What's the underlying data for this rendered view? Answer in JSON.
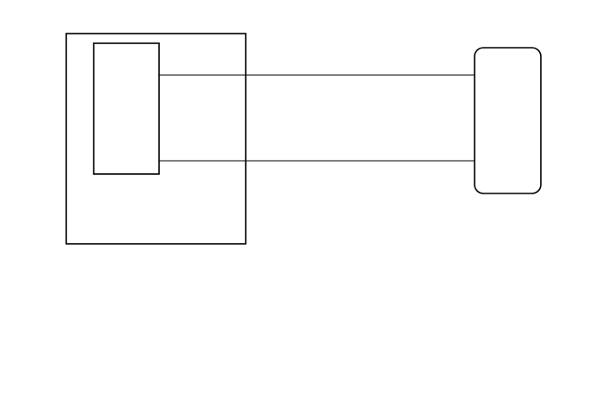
{
  "diagram": {
    "shapes": [
      {
        "id": "outer-box",
        "kind": "rectangle"
      },
      {
        "id": "inner-box",
        "kind": "rectangle"
      },
      {
        "id": "rounded-box",
        "kind": "rounded-rectangle"
      }
    ],
    "connectors": [
      {
        "from": "inner-box",
        "to": "rounded-box"
      },
      {
        "from": "inner-box",
        "to": "rounded-box"
      }
    ],
    "colors": {
      "stroke": "#000000",
      "fill": "#ffffff",
      "background": "#ffffff"
    }
  }
}
